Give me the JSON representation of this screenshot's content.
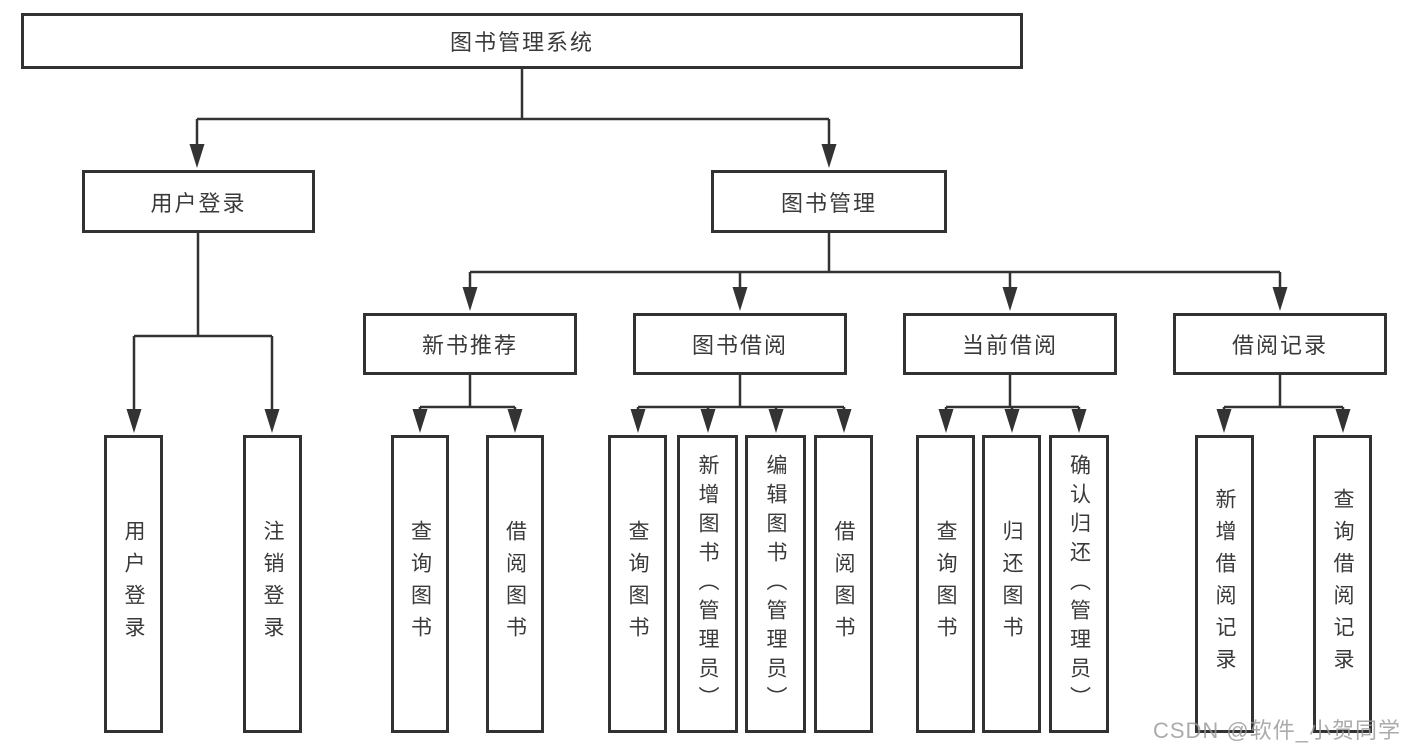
{
  "diagram": {
    "root": {
      "label": "图书管理系统"
    },
    "branches": [
      {
        "label": "用户登录",
        "leaves": [
          {
            "label": "用户登录"
          },
          {
            "label": "注销登录"
          }
        ]
      },
      {
        "label": "图书管理",
        "groups": [
          {
            "label": "新书推荐",
            "leaves": [
              {
                "label": "查询图书"
              },
              {
                "label": "借阅图书"
              }
            ]
          },
          {
            "label": "图书借阅",
            "leaves": [
              {
                "label": "查询图书"
              },
              {
                "label": "新增图书（管理员）"
              },
              {
                "label": "编辑图书（管理员）"
              },
              {
                "label": "借阅图书"
              }
            ]
          },
          {
            "label": "当前借阅",
            "leaves": [
              {
                "label": "查询图书"
              },
              {
                "label": "归还图书"
              },
              {
                "label": "确认归还（管理员）"
              }
            ]
          },
          {
            "label": "借阅记录",
            "leaves": [
              {
                "label": "新增借阅记录"
              },
              {
                "label": "查询借阅记录"
              }
            ]
          }
        ]
      }
    ]
  },
  "watermark": {
    "text": "CSDN @软件_小贺同学"
  },
  "colors": {
    "line": "#333333",
    "text": "#3a3a3a",
    "watermark": "#999999",
    "background": "#ffffff"
  }
}
